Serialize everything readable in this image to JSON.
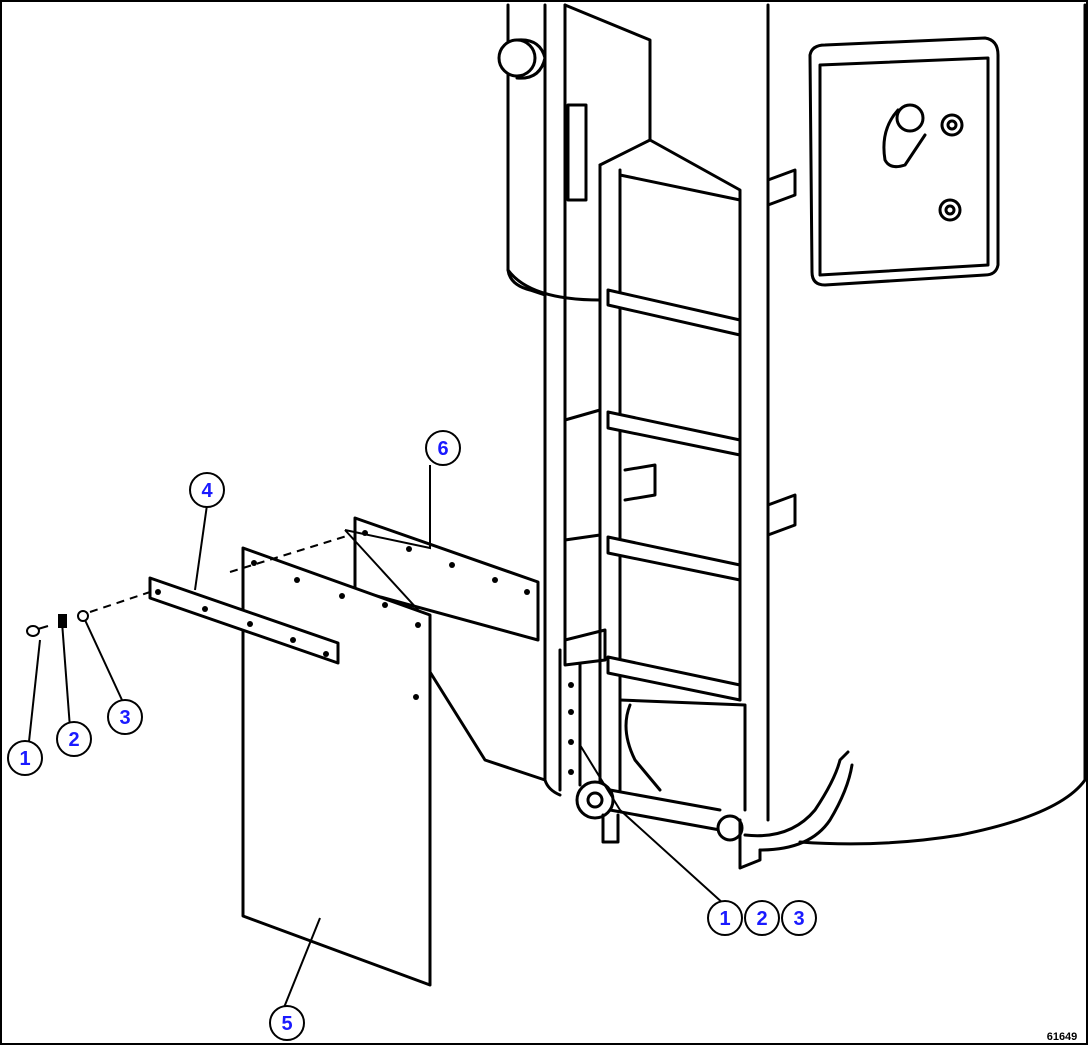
{
  "drawing_id": "61649",
  "callouts": [
    {
      "id": "c1",
      "label": "1"
    },
    {
      "id": "c2",
      "label": "2"
    },
    {
      "id": "c3",
      "label": "3"
    },
    {
      "id": "c4",
      "label": "4"
    },
    {
      "id": "c5",
      "label": "5"
    },
    {
      "id": "c6",
      "label": "6"
    },
    {
      "id": "g1",
      "label": "1"
    },
    {
      "id": "g2",
      "label": "2"
    },
    {
      "id": "g3",
      "label": "3"
    }
  ],
  "colors": {
    "callout_text": "#1a1aff",
    "line": "#000000",
    "background": "#ffffff"
  }
}
